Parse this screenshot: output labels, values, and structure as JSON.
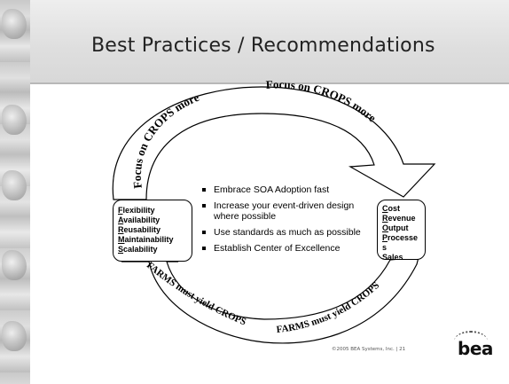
{
  "slide": {
    "title": "Best Practices / Recommendations",
    "arc_top_left": "Focus on CROPS more",
    "arc_top_right": "Focus on CROPS more",
    "arc_bottom_left": "FARMS must yield CROPS",
    "arc_bottom_right": "FARMS must yield CROPS",
    "left_box": [
      {
        "first": "F",
        "rest": "lexibility"
      },
      {
        "first": "A",
        "rest": "vailability"
      },
      {
        "first": "R",
        "rest": "eusability"
      },
      {
        "first": "M",
        "rest": "aintainability"
      },
      {
        "first": "S",
        "rest": "calability"
      }
    ],
    "right_box": [
      {
        "first": "C",
        "rest": "ost"
      },
      {
        "first": "R",
        "rest": "evenue"
      },
      {
        "first": "O",
        "rest": "utput"
      },
      {
        "first": "P",
        "rest": "rocesse"
      },
      {
        "first": "",
        "rest": "s"
      },
      {
        "first": "S",
        "rest": "ales"
      }
    ],
    "bullets": [
      "Embrace SOA Adoption fast",
      "Increase your event-driven design where possible",
      "Use standards as much as possible",
      "Establish Center of Excellence"
    ],
    "footer": "©2005 BEA Systems, Inc.  |  21",
    "logo": "bea"
  }
}
